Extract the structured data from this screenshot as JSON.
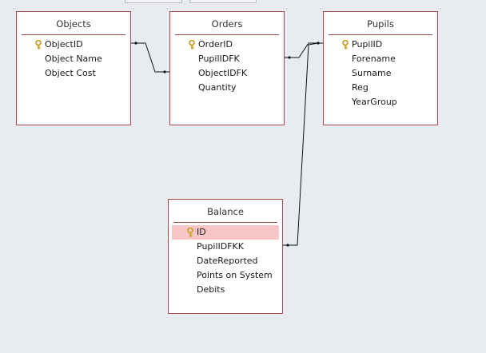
{
  "tables": {
    "objects": {
      "title": "Objects",
      "fields": [
        "ObjectID",
        "Object Name",
        "Object Cost"
      ]
    },
    "orders": {
      "title": "Orders",
      "fields": [
        "OrderID",
        "PupilIDFK",
        "ObjectIDFK",
        "Quantity"
      ]
    },
    "pupils": {
      "title": "Pupils",
      "fields": [
        "PupilID",
        "Forename",
        "Surname",
        "Reg",
        "YearGroup"
      ]
    },
    "balance": {
      "title": "Balance",
      "fields": [
        "ID",
        "PupilIDFKK",
        "DateReported",
        "Points on System",
        "Debits"
      ]
    }
  },
  "relationships": [
    {
      "from": "objects.ObjectID",
      "to": "orders.ObjectIDFK"
    },
    {
      "from": "orders.PupilIDFK",
      "to": "pupils.PupilID"
    },
    {
      "from": "balance.PupilIDFKK",
      "to": "pupils.PupilID"
    }
  ],
  "colors": {
    "canvas": "#e8ebef",
    "table_border": "#a24a4a",
    "selected_row": "#f7c6c6",
    "key_icon": "#c9a227"
  },
  "icons": {
    "primary_key": "key-icon"
  }
}
